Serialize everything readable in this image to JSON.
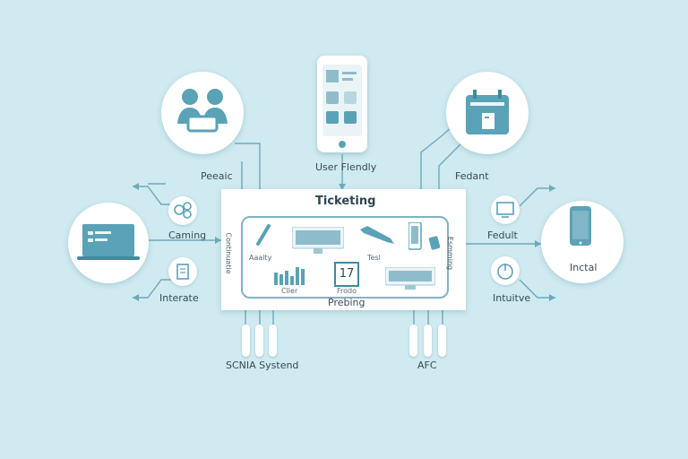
{
  "colors": {
    "background": "#cfeaf0",
    "accent": "#5aa2b5",
    "line": "#7fb3c2",
    "card": "#ffffff"
  },
  "center": {
    "title": "Ticketing",
    "left_side": "Continuatie",
    "right_side": "Esmming",
    "bottom": "Prebing",
    "items": [
      "Aaalty",
      "Tesl",
      "Cller",
      "Frodo",
      "17"
    ]
  },
  "nodes": {
    "top_left": {
      "label": "Peeaic",
      "icon": "people-icon"
    },
    "top_center": {
      "label": "User Flendly",
      "icon": "phone-icon"
    },
    "top_right": {
      "label": "Fedant",
      "icon": "calendar-icon"
    },
    "mid_left": {
      "icon": "laptop-icon"
    },
    "mid_right": {
      "label": "Inctal",
      "icon": "mobile-icon"
    },
    "left_small_top": {
      "label": "Caming",
      "icon": "users-icon"
    },
    "left_small_bottom": {
      "label": "Interate",
      "icon": "document-icon"
    },
    "right_small_top": {
      "label": "Fedult",
      "icon": "monitor-icon"
    },
    "right_small_bottom": {
      "label": "Intuitve",
      "icon": "power-icon"
    },
    "bottom_left": {
      "label": "SCNIA Systend"
    },
    "bottom_right": {
      "label": "AFC"
    }
  }
}
